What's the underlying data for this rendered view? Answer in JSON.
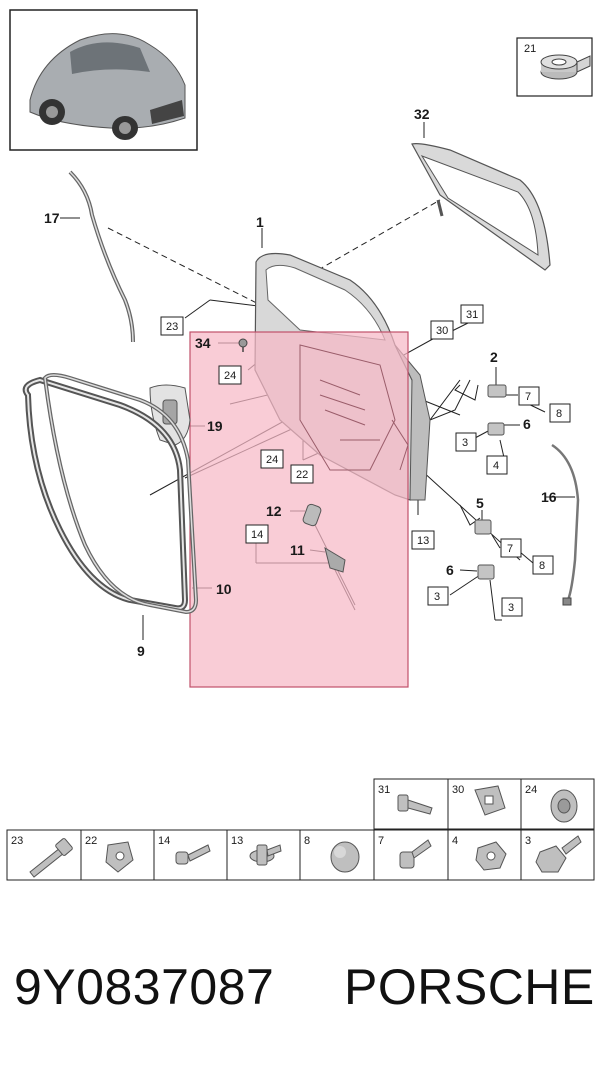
{
  "callouts": {
    "c1": "1",
    "c2": "2",
    "c5": "5",
    "c6a": "6",
    "c6b": "6",
    "c9": "9",
    "c10": "10",
    "c11": "11",
    "c12": "12",
    "c16": "16",
    "c17": "17",
    "c19": "19",
    "c32": "32",
    "c34": "34"
  },
  "boxed": {
    "b3a": "3",
    "b3b": "3",
    "b3c": "3",
    "b4": "4",
    "b7a": "7",
    "b7b": "7",
    "b8a": "8",
    "b8b": "8",
    "b13": "13",
    "b14": "14",
    "b21": "21",
    "b22": "22",
    "b23": "23",
    "b24a": "24",
    "b24b": "24",
    "b30": "30",
    "b31": "31"
  },
  "fastener_table": {
    "top_row": [
      "31",
      "30",
      "24"
    ],
    "bottom_row": [
      "23",
      "22",
      "14",
      "13",
      "8",
      "7",
      "4",
      "3"
    ]
  },
  "footer": {
    "part_number": "9Y0837087",
    "brand": "PORSCHE"
  },
  "colors": {
    "highlight_fill": "#f7b9c6",
    "highlight_stroke": "#c0506a",
    "line": "#222222",
    "part_gray": "#9a9a9a"
  }
}
